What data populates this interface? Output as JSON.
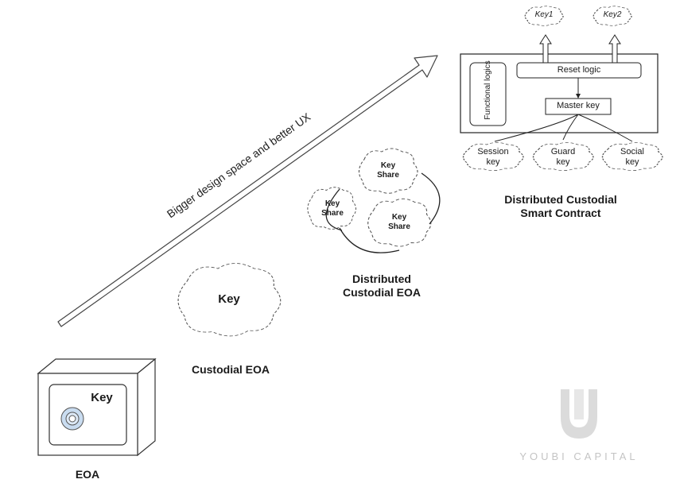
{
  "arrow": {
    "label": "Bigger design space and better UX"
  },
  "eoa": {
    "safe_key_label": "Key",
    "caption": "EOA"
  },
  "custodial_eoa": {
    "cloud_label": "Key",
    "caption": "Custodial EOA"
  },
  "distributed_custodial_eoa": {
    "shares": [
      "Key Share",
      "Key Share",
      "Key Share"
    ],
    "caption_line1": "Distributed",
    "caption_line2": "Custodial EOA"
  },
  "smart_contract": {
    "top_keys": [
      "Key1",
      "Key2"
    ],
    "functional_logics": "Functional logics",
    "reset_logic": "Reset logic",
    "master_key": "Master key",
    "sub_keys": [
      "Session key",
      "Guard key",
      "Social key"
    ],
    "caption_line1": "Distributed Custodial",
    "caption_line2": "Smart Contract"
  },
  "watermark": {
    "text": "YOUBI CAPITAL"
  }
}
